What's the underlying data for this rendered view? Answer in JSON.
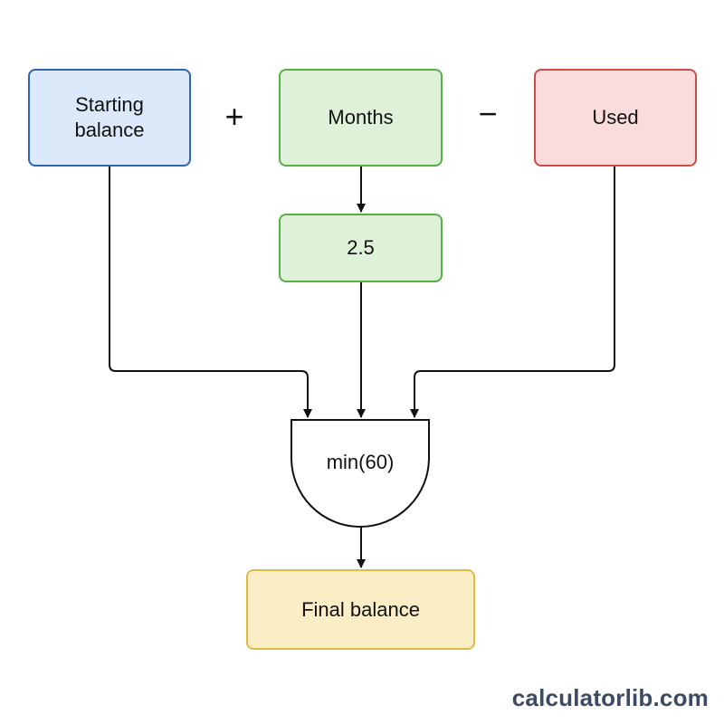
{
  "nodes": {
    "starting_balance": {
      "line1": "Starting",
      "line2": "balance",
      "fill": "#dbe9fb",
      "stroke": "#2f64b4"
    },
    "months": {
      "label": "Months",
      "fill": "#ddf2d8",
      "stroke": "#5aae4a"
    },
    "used": {
      "label": "Used",
      "fill": "#fbdcdc",
      "stroke": "#d14949"
    },
    "rate": {
      "label": "2.5",
      "fill": "#ddf2d8",
      "stroke": "#5aae4a"
    },
    "cap_gate": {
      "label": "min(60)"
    },
    "final_balance": {
      "label": "Final balance",
      "fill": "#fbeec7",
      "stroke": "#e1b945"
    }
  },
  "operators": {
    "plus": "+",
    "minus": "−"
  },
  "watermark": "calculatorlib.com"
}
